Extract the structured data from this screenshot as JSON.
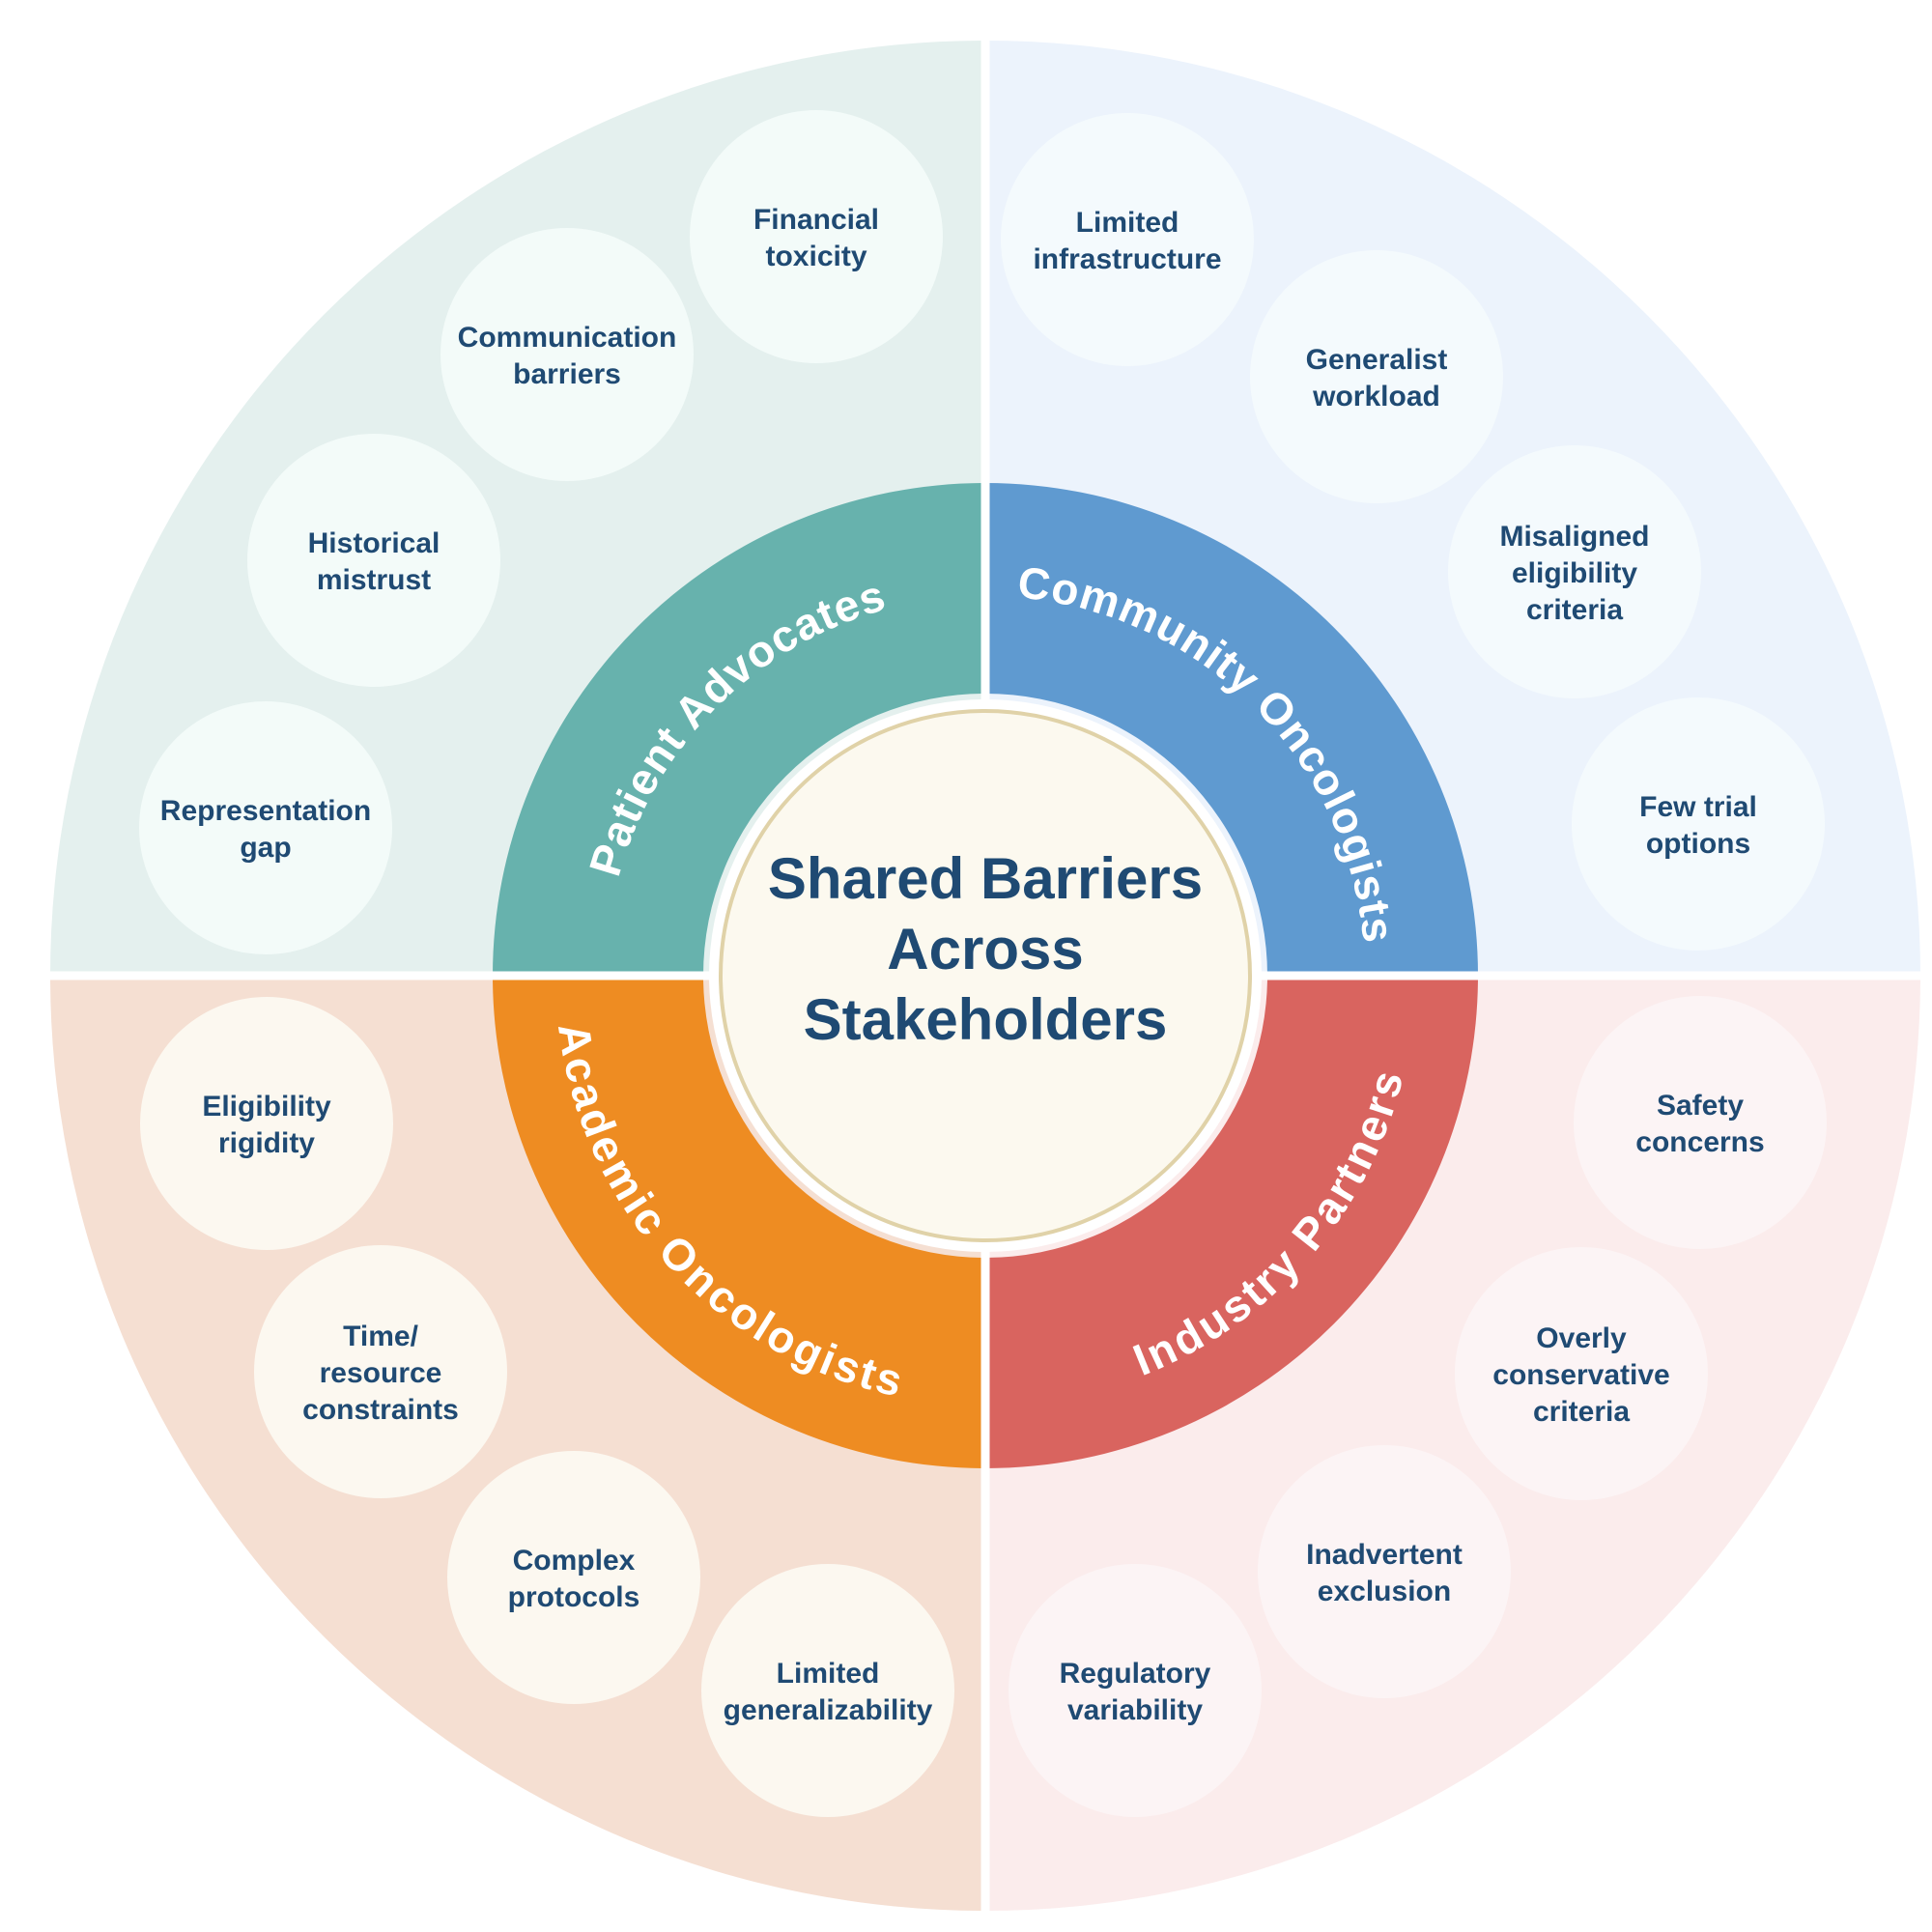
{
  "center": {
    "lines": [
      "Shared Barriers",
      "Across",
      "Stakeholders"
    ],
    "fill": "#fcf9ef",
    "stroke": "#e0d2a8",
    "text_color": "#1f4a73"
  },
  "label_color": "#1f4a73",
  "quadrants": [
    {
      "id": "patient-advocates",
      "name": "Patient Advocates",
      "ring_color": "#67b2ad",
      "bg_color": "#e4f0ee",
      "bubble_color": "#f3fbf9",
      "barriers": [
        {
          "lines": [
            "Financial",
            "toxicity"
          ]
        },
        {
          "lines": [
            "Communication",
            "barriers"
          ]
        },
        {
          "lines": [
            "Historical",
            "mistrust"
          ]
        },
        {
          "lines": [
            "Representation",
            "gap"
          ]
        }
      ]
    },
    {
      "id": "community-oncologists",
      "name": "Community Oncologists",
      "ring_color": "#5f9ad0",
      "bg_color": "#ecf3fc",
      "bubble_color": "#f4fafd",
      "barriers": [
        {
          "lines": [
            "Limited",
            "infrastructure"
          ]
        },
        {
          "lines": [
            "Generalist",
            "workload"
          ]
        },
        {
          "lines": [
            "Misaligned",
            "eligibility",
            "criteria"
          ]
        },
        {
          "lines": [
            "Few trial",
            "options"
          ]
        }
      ]
    },
    {
      "id": "industry-partners",
      "name": "Industry Partners",
      "ring_color": "#d9645f",
      "bg_color": "#fbecec",
      "bubble_color": "#fcf4f5",
      "barriers": [
        {
          "lines": [
            "Safety",
            "concerns"
          ]
        },
        {
          "lines": [
            "Overly",
            "conservative",
            "criteria"
          ]
        },
        {
          "lines": [
            "Inadvertent",
            "exclusion"
          ]
        },
        {
          "lines": [
            "Regulatory",
            "variability"
          ]
        }
      ]
    },
    {
      "id": "academic-oncologists",
      "name": "Academic Oncologists",
      "ring_color": "#ee8c22",
      "bg_color": "#f5dfd2",
      "bubble_color": "#fcf8f0",
      "barriers": [
        {
          "lines": [
            "Eligibility",
            "rigidity"
          ]
        },
        {
          "lines": [
            "Time/",
            "resource",
            "constraints"
          ]
        },
        {
          "lines": [
            "Complex",
            "protocols"
          ]
        },
        {
          "lines": [
            "Limited",
            "generalizability"
          ]
        }
      ]
    }
  ]
}
